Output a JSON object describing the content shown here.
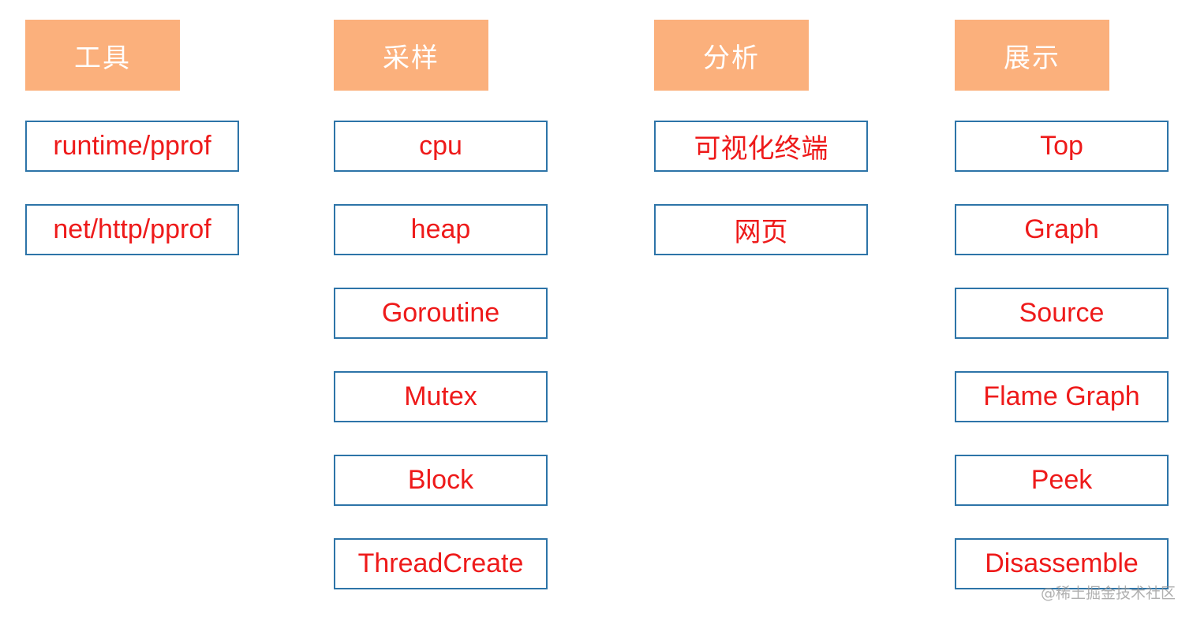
{
  "columns": [
    {
      "header": "工具",
      "items": [
        "runtime/pprof",
        "net/http/pprof"
      ]
    },
    {
      "header": "采样",
      "items": [
        "cpu",
        "heap",
        "Goroutine",
        "Mutex",
        "Block",
        "ThreadCreate"
      ]
    },
    {
      "header": "分析",
      "items": [
        "可视化终端",
        "网页"
      ]
    },
    {
      "header": "展示",
      "items": [
        "Top",
        "Graph",
        "Source",
        "Flame Graph",
        "Peek",
        "Disassemble"
      ]
    }
  ],
  "watermark": "@稀土掘金技术社区",
  "colors": {
    "header_fill": "#fbb07c",
    "header_text": "#ffffff",
    "box_border": "#2d74a8",
    "box_text": "#ee1a1a"
  }
}
